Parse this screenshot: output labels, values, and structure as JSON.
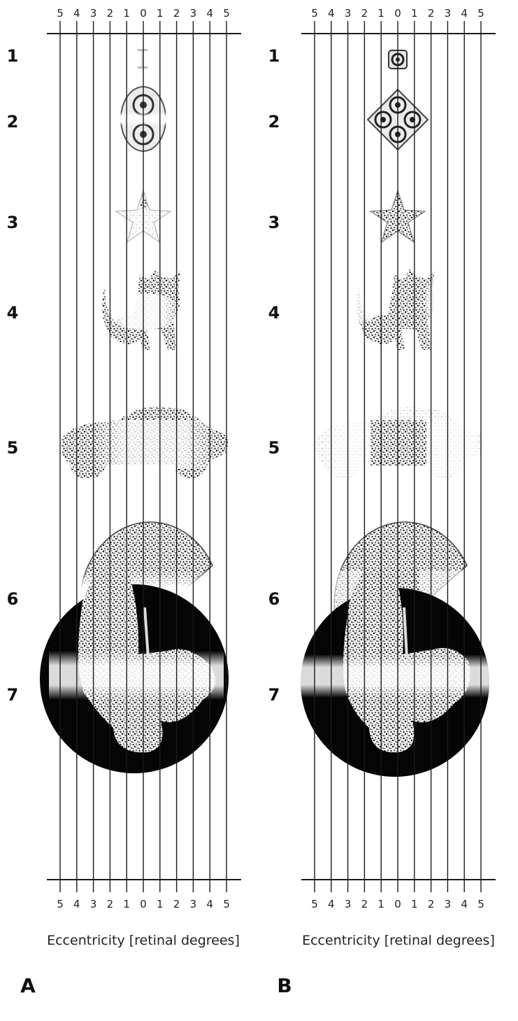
{
  "panels": [
    {
      "letter": "A",
      "axis_label": "Eccentricity [retinal degrees]",
      "ticks": [
        "5",
        "4",
        "3",
        "2",
        "1",
        "0",
        "1",
        "2",
        "3",
        "4",
        "5"
      ],
      "rows": [
        "1",
        "2",
        "3",
        "4",
        "5",
        "6",
        "7"
      ],
      "stimuli": [
        "mini-icon",
        "double-ring",
        "star",
        "cat",
        "car",
        "pac-man",
        "butterfly"
      ]
    },
    {
      "letter": "B",
      "axis_label": "Eccentricity [retinal degrees]",
      "ticks": [
        "5",
        "4",
        "3",
        "2",
        "1",
        "0",
        "1",
        "2",
        "3",
        "4",
        "5"
      ],
      "rows": [
        "1",
        "2",
        "3",
        "4",
        "5",
        "6",
        "7"
      ],
      "stimuli": [
        "ring-icon",
        "quad-ring",
        "star",
        "cat",
        "car",
        "pac-man",
        "butterfly"
      ]
    }
  ],
  "colors": {
    "line": "#1a1a1a",
    "ink": "#111111",
    "fade": "#d8d8d8",
    "background": "#ffffff"
  }
}
